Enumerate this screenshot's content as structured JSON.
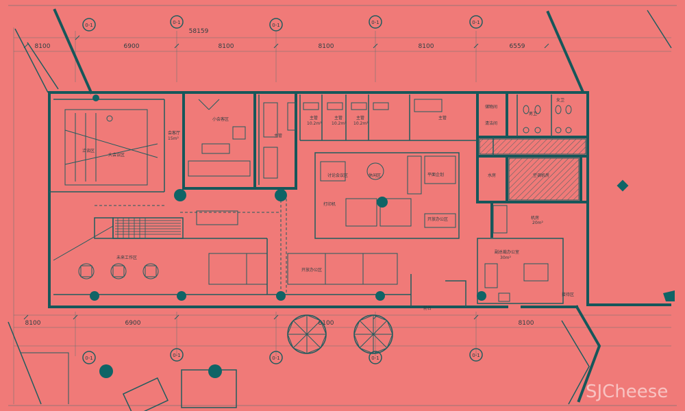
{
  "overall_dimension": "58159",
  "top_dimensions": [
    "8100",
    "6900",
    "8100",
    "8100",
    "8100",
    "6559"
  ],
  "bottom_dimensions": [
    "8100",
    "6900",
    "8100",
    "8100"
  ],
  "grid_labels": [
    "0-1",
    "0-1",
    "0-1",
    "0-1",
    "0-1"
  ],
  "rooms": [
    {
      "name": "大会议区",
      "sub": ""
    },
    {
      "name": "洽谈区",
      "sub": ""
    },
    {
      "name": "小会客区",
      "sub": ""
    },
    {
      "name": "会客厅",
      "sub": "15m²"
    },
    {
      "name": "主管",
      "sub": ""
    },
    {
      "name": "主管",
      "sub": "10.2m²"
    },
    {
      "name": "主管",
      "sub": "10.2m²"
    },
    {
      "name": "主管",
      "sub": "10.2m²"
    },
    {
      "name": "主管",
      "sub": ""
    },
    {
      "name": "储物间",
      "sub": ""
    },
    {
      "name": "清洁间",
      "sub": ""
    },
    {
      "name": "男卫",
      "sub": ""
    },
    {
      "name": "女卫",
      "sub": ""
    },
    {
      "name": "水房",
      "sub": ""
    },
    {
      "name": "空调机房",
      "sub": ""
    },
    {
      "name": "讨论会议区",
      "sub": ""
    },
    {
      "name": "休闲区",
      "sub": ""
    },
    {
      "name": "平面企划",
      "sub": ""
    },
    {
      "name": "打印机",
      "sub": ""
    },
    {
      "name": "开放办公区",
      "sub": ""
    },
    {
      "name": "机房",
      "sub": "20m²"
    },
    {
      "name": "副总裁办公室",
      "sub": "30m²"
    },
    {
      "name": "未来工作区",
      "sub": ""
    },
    {
      "name": "开放办公区",
      "sub": ""
    },
    {
      "name": "接待区",
      "sub": ""
    },
    {
      "name": "前台",
      "sub": ""
    }
  ],
  "watermark": "SJCheese"
}
